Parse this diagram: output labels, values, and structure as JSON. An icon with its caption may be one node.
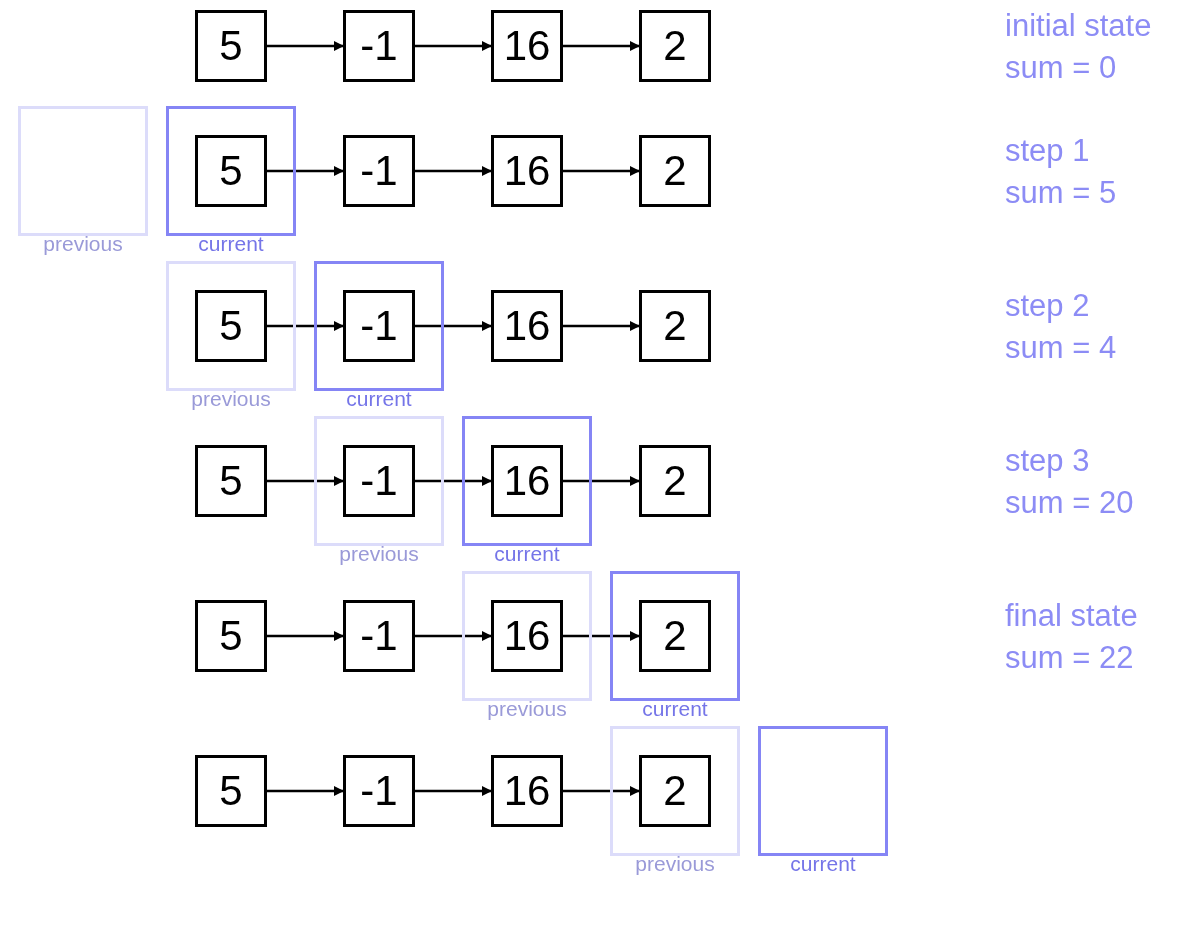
{
  "diagram": {
    "nodes": [
      {
        "text": [
          "5"
        ]
      },
      {
        "text": [
          "-1"
        ]
      },
      {
        "text": [
          "16"
        ]
      },
      {
        "text": [
          "2"
        ]
      },
      {
        "text": [
          "previous"
        ]
      },
      {
        "text": [
          "current"
        ]
      },
      {
        "text": [
          "5"
        ],
        "in": 5
      },
      {
        "text": [
          "-1"
        ]
      },
      {
        "text": [
          "16"
        ]
      },
      {
        "text": [
          "2"
        ]
      },
      {
        "text": [
          "previous"
        ]
      },
      {
        "text": [
          "5"
        ],
        "in": 10
      },
      {
        "text": [
          "current"
        ]
      },
      {
        "text": [
          "-1"
        ],
        "in": 12
      },
      {
        "text": [
          "16"
        ]
      },
      {
        "text": [
          "2"
        ]
      },
      {
        "text": [
          "5"
        ]
      },
      {
        "text": [
          "previous"
        ]
      },
      {
        "text": [
          "-1"
        ],
        "in": 17
      },
      {
        "text": [
          "current"
        ]
      },
      {
        "text": [
          "16"
        ],
        "in": 19
      },
      {
        "text": [
          "2"
        ]
      },
      {
        "text": [
          "5"
        ]
      },
      {
        "text": [
          "-1"
        ]
      },
      {
        "text": [
          "previous"
        ]
      },
      {
        "text": [
          "16"
        ],
        "in": 24
      },
      {
        "text": [
          "current"
        ]
      },
      {
        "text": [
          "2"
        ],
        "in": 26
      },
      {
        "text": [
          "5"
        ]
      },
      {
        "text": [
          "-1"
        ]
      },
      {
        "text": [
          "16"
        ]
      },
      {
        "text": [
          "previous"
        ]
      },
      {
        "text": [
          "2"
        ],
        "in": 31
      },
      {
        "text": [
          "current"
        ]
      }
    ],
    "edges": [
      {
        "from": 0,
        "to": 1,
        "arrow": "to"
      },
      {
        "from": 1,
        "to": 2,
        "arrow": "to"
      },
      {
        "from": 2,
        "to": 3,
        "arrow": "to"
      },
      {
        "from": 6,
        "to": 7,
        "arrow": "to"
      },
      {
        "from": 7,
        "to": 8,
        "arrow": "to"
      },
      {
        "from": 8,
        "to": 9,
        "arrow": "to"
      },
      {
        "from": 11,
        "to": 13,
        "arrow": "to"
      },
      {
        "from": 13,
        "to": 14,
        "arrow": "to"
      },
      {
        "from": 14,
        "to": 15,
        "arrow": "to"
      },
      {
        "from": 16,
        "to": 18,
        "arrow": "to"
      },
      {
        "from": 18,
        "to": 20,
        "arrow": "to"
      },
      {
        "from": 20,
        "to": 21,
        "arrow": "to"
      },
      {
        "from": 22,
        "to": 23,
        "arrow": "to"
      },
      {
        "from": 23,
        "to": 25,
        "arrow": "to"
      },
      {
        "from": 25,
        "to": 27,
        "arrow": "to"
      },
      {
        "from": 28,
        "to": 29,
        "arrow": "to"
      },
      {
        "from": 29,
        "to": 30,
        "arrow": "to"
      },
      {
        "from": 30,
        "to": 32,
        "arrow": "to"
      }
    ],
    "labels": [
      "initial state",
      "sum = 0",
      "step 1",
      "sum = 5",
      "step 2",
      "sum = 4",
      "step 3",
      "sum = 20",
      "final state",
      "sum = 22"
    ]
  }
}
